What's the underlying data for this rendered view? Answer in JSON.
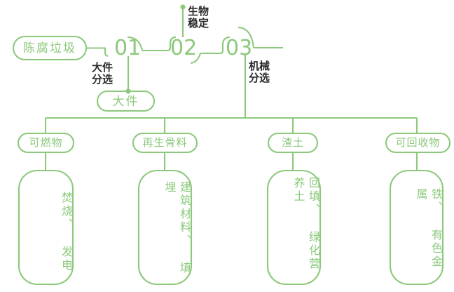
{
  "theme": {
    "green": "#8CC97C",
    "green_text": "#8CC97C",
    "dark_text": "#2b2b2b",
    "background": "#ffffff"
  },
  "source": {
    "label": "陈腐垃圾"
  },
  "stages": [
    {
      "number": "01",
      "annotation": "大件\n分选",
      "output": "大件"
    },
    {
      "number": "02",
      "annotation": "生物\n稳定",
      "output": ""
    },
    {
      "number": "03",
      "annotation": "机械\n分选",
      "output": ""
    }
  ],
  "outputs": [
    {
      "label": "可燃物",
      "detail": "焚烧、 发电"
    },
    {
      "label": "再生骨料",
      "detail": "建筑材料、 填埋"
    },
    {
      "label": "渣土",
      "detail": "回填、 绿化营养土"
    },
    {
      "label": "可回收物",
      "detail": "铁、 有色金属"
    }
  ]
}
